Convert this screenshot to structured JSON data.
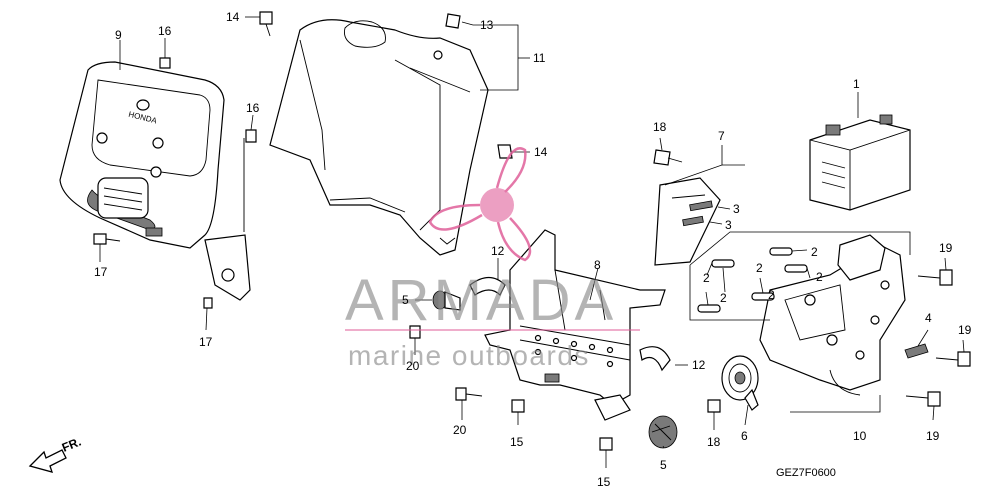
{
  "diagram_code": "GEZ7F0600",
  "direction_label": "FR.",
  "watermark": {
    "brand": "ARMADA",
    "tagline": "marine outboards",
    "colors": {
      "text": "#8a8a8a",
      "logo": "#e0609a"
    }
  },
  "emblem_text": "HONDA",
  "callouts": {
    "c1": "1",
    "c2a": "2",
    "c2b": "2",
    "c2c": "2",
    "c2d": "2",
    "c2e": "2",
    "c2f": "2",
    "c3a": "3",
    "c3b": "3",
    "c4": "4",
    "c5a": "5",
    "c5b": "5",
    "c6": "6",
    "c7": "7",
    "c8": "8",
    "c9": "9",
    "c10": "10",
    "c11": "11",
    "c12a": "12",
    "c12b": "12",
    "c13": "13",
    "c14a": "14",
    "c14b": "14",
    "c15a": "15",
    "c15b": "15",
    "c16a": "16",
    "c16b": "16",
    "c17a": "17",
    "c17b": "17",
    "c18a": "18",
    "c18b": "18",
    "c19a": "19",
    "c19b": "19",
    "c19c": "19",
    "c20a": "20",
    "c20b": "20"
  }
}
